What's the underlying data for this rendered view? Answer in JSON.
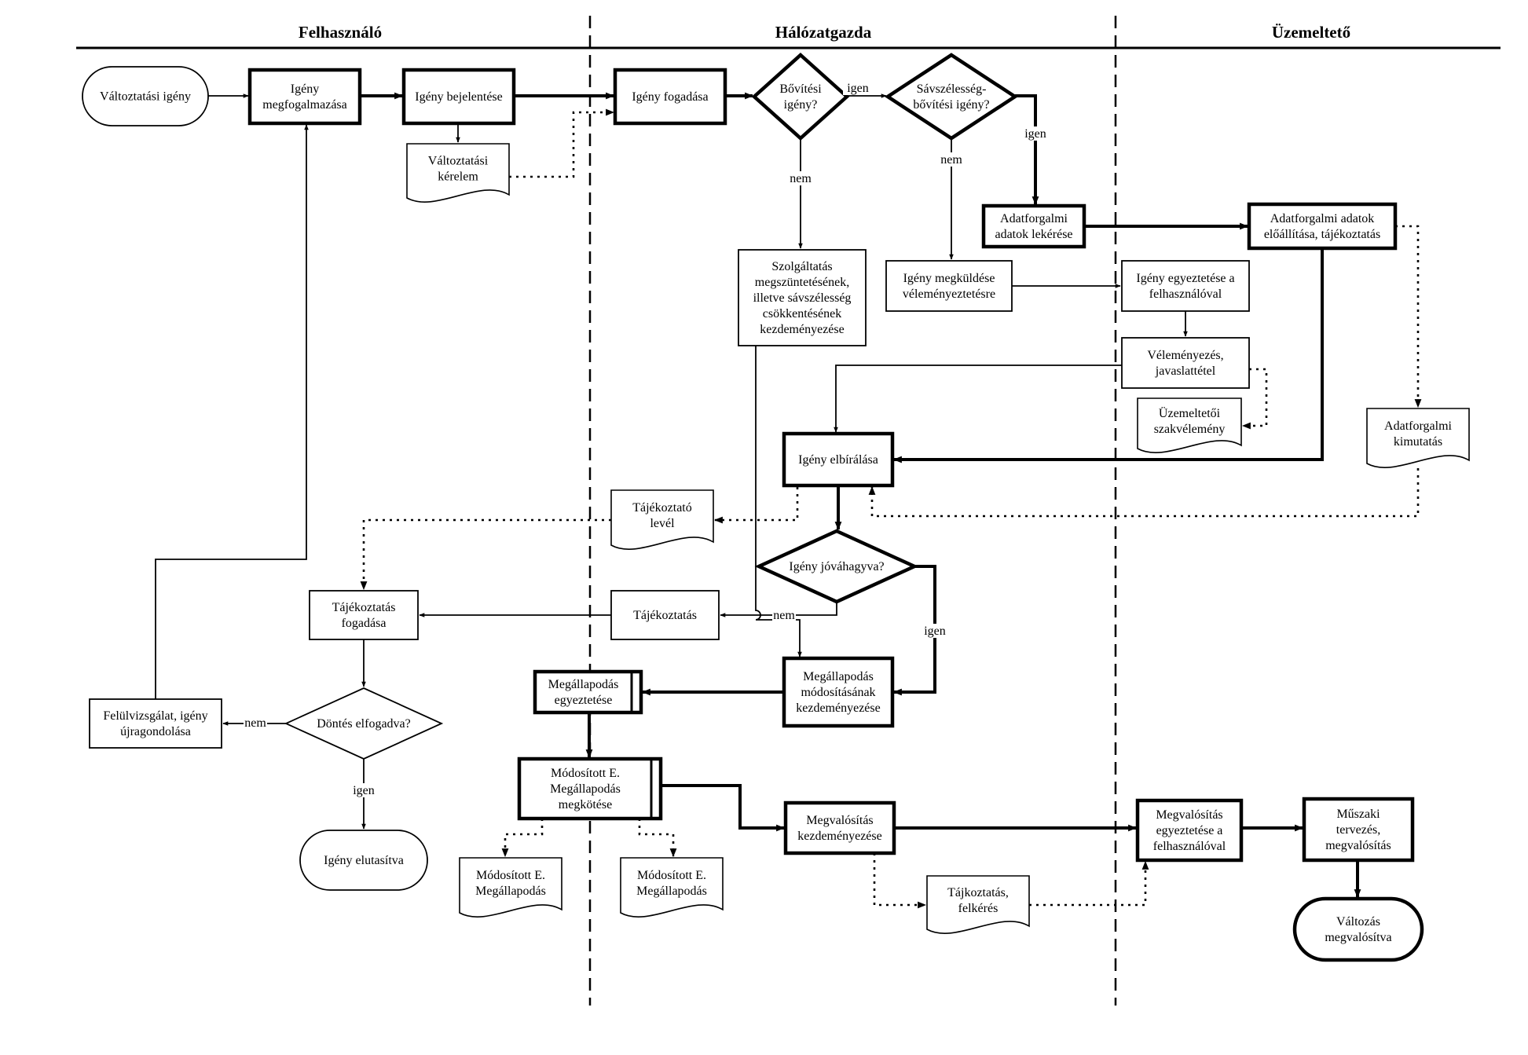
{
  "lanes": [
    {
      "id": "felhasznalo",
      "title": "Felhasználó"
    },
    {
      "id": "halozatgazda",
      "title": "Hálózatgazda"
    },
    {
      "id": "uzemelteto",
      "title": "Üzemeltető"
    }
  ],
  "nodes": [
    {
      "id": "valtoztatasi-igeny",
      "shape": "terminal",
      "lines": [
        "Változtatási igény"
      ]
    },
    {
      "id": "igeny-megfogalmazasa",
      "shape": "process",
      "bold": true,
      "lines": [
        "Igény",
        "megfogalmazása"
      ]
    },
    {
      "id": "igeny-bejelentese",
      "shape": "process",
      "bold": true,
      "lines": [
        "Igény bejelentése"
      ]
    },
    {
      "id": "valtoztatasi-kerelem",
      "shape": "document",
      "lines": [
        "Változtatási",
        "kérelem"
      ]
    },
    {
      "id": "igeny-fogadasa",
      "shape": "process",
      "bold": true,
      "lines": [
        "Igény fogadása"
      ]
    },
    {
      "id": "bovitesi-igeny",
      "shape": "decision",
      "bold": true,
      "lines": [
        "Bővítési",
        "igény?"
      ]
    },
    {
      "id": "savszelesseg-bovitesi-igeny",
      "shape": "decision",
      "bold": true,
      "lines": [
        "Sávszélesség-",
        "bővítési igény?"
      ]
    },
    {
      "id": "adatforgalmi-adatok-lekerese",
      "shape": "process",
      "bold": true,
      "lines": [
        "Adatforgalmi",
        "adatok lekérése"
      ]
    },
    {
      "id": "adatforgalmi-adatok-eloallitasa",
      "shape": "process",
      "bold": true,
      "lines": [
        "Adatforgalmi adatok",
        "előállítása, tájékoztatás"
      ]
    },
    {
      "id": "szolgaltatas-megszuntetese",
      "shape": "process",
      "lines": [
        "Szolgáltatás",
        "megszüntetésének,",
        "illetve sávszélesség",
        "csökkentésének",
        "kezdeményezése"
      ]
    },
    {
      "id": "igeny-megkuldese",
      "shape": "process",
      "lines": [
        "Igény megküldése",
        "véleményeztetésre"
      ]
    },
    {
      "id": "igeny-egyeztetese",
      "shape": "process",
      "lines": [
        "Igény egyeztetése a",
        "felhasználóval"
      ]
    },
    {
      "id": "velemenyezes",
      "shape": "process",
      "lines": [
        "Véleményezés,",
        "javaslattétel"
      ]
    },
    {
      "id": "uzemeltetoi-szakvelemeny",
      "shape": "document",
      "lines": [
        "Üzemeltetői",
        "szakvélemény"
      ]
    },
    {
      "id": "adatforgalmi-kimutatas",
      "shape": "document",
      "lines": [
        "Adatforgalmi",
        "kimutatás"
      ]
    },
    {
      "id": "igeny-elbiralasa",
      "shape": "process",
      "bold": true,
      "lines": [
        "Igény elbírálása"
      ]
    },
    {
      "id": "tajekoztato-level",
      "shape": "document",
      "lines": [
        "Tájékoztató",
        "levél"
      ]
    },
    {
      "id": "igeny-jovahagyva",
      "shape": "decision",
      "bold": true,
      "lines": [
        "Igény jóváhagyva?"
      ]
    },
    {
      "id": "tajekoztatas",
      "shape": "process",
      "lines": [
        "Tájékoztatás"
      ]
    },
    {
      "id": "tajekoztatas-fogadasa",
      "shape": "process",
      "lines": [
        "Tájékoztatás",
        "fogadása"
      ]
    },
    {
      "id": "megallapodas-modositasanak",
      "shape": "process",
      "bold": true,
      "lines": [
        "Megállapodás",
        "módosításának",
        "kezdeményezése"
      ]
    },
    {
      "id": "megallapodas-egyeztetese",
      "shape": "subprocess",
      "bold": true,
      "lines": [
        "Megállapodás",
        "egyeztetése"
      ]
    },
    {
      "id": "felulvizsgalat",
      "shape": "process",
      "lines": [
        "Felülvizsgálat, igény",
        "újragondolása"
      ]
    },
    {
      "id": "dontes-elfogadva",
      "shape": "decision",
      "lines": [
        "Döntés elfogadva?"
      ]
    },
    {
      "id": "igeny-elutasitva",
      "shape": "terminal",
      "lines": [
        "Igény elutasítva"
      ]
    },
    {
      "id": "modositott-megallapodas-megkotese",
      "shape": "subprocess",
      "bold": true,
      "lines": [
        "Módosított E.",
        "Megállapodás",
        "megkötése"
      ]
    },
    {
      "id": "modositott-megallapodas-doc-1",
      "shape": "document",
      "lines": [
        "Módosított E.",
        "Megállapodás"
      ]
    },
    {
      "id": "modositott-megallapodas-doc-2",
      "shape": "document",
      "lines": [
        "Módosított E.",
        "Megállapodás"
      ]
    },
    {
      "id": "megvalositas-kezdemenyezese",
      "shape": "process",
      "bold": true,
      "lines": [
        "Megvalósítás",
        "kezdeményezése"
      ]
    },
    {
      "id": "tajkoztatas-felkeres",
      "shape": "document",
      "lines": [
        "Tájkoztatás,",
        "felkérés"
      ]
    },
    {
      "id": "megvalositas-egyeztetese",
      "shape": "process",
      "bold": true,
      "lines": [
        "Megvalósítás",
        "egyeztetése a",
        "felhasználóval"
      ]
    },
    {
      "id": "muszaki-tervezes",
      "shape": "process",
      "bold": true,
      "lines": [
        "Műszaki",
        "tervezés,",
        "megvalósítás"
      ]
    },
    {
      "id": "valtozas-megvalositva",
      "shape": "terminal",
      "bold": true,
      "lines": [
        "Változás",
        "megvalósítva"
      ]
    }
  ],
  "edges": [
    {
      "id": "e1",
      "from": "valtoztatasi-igeny",
      "to": "igeny-megfogalmazasa",
      "style": "solid"
    },
    {
      "id": "e2",
      "from": "igeny-megfogalmazasa",
      "to": "igeny-bejelentese",
      "style": "bold"
    },
    {
      "id": "e3",
      "from": "igeny-bejelentese",
      "to": "igeny-fogadasa",
      "style": "bold"
    },
    {
      "id": "e4",
      "from": "igeny-bejelentese",
      "to": "valtoztatasi-kerelem",
      "style": "solid"
    },
    {
      "id": "e5",
      "from": "valtoztatasi-kerelem",
      "to": "igeny-fogadasa",
      "style": "dotted"
    },
    {
      "id": "e6",
      "from": "igeny-fogadasa",
      "to": "bovitesi-igeny",
      "style": "bold"
    },
    {
      "id": "e7",
      "from": "bovitesi-igeny",
      "to": "savszelesseg-bovitesi-igeny",
      "style": "solid",
      "label": "igen"
    },
    {
      "id": "e8",
      "from": "bovitesi-igeny",
      "to": "szolgaltatas-megszuntetese",
      "style": "solid",
      "label": "nem"
    },
    {
      "id": "e9",
      "from": "savszelesseg-bovitesi-igeny",
      "to": "adatforgalmi-adatok-lekerese",
      "style": "bold",
      "label": "igen"
    },
    {
      "id": "e10",
      "from": "savszelesseg-bovitesi-igeny",
      "to": "igeny-megkuldese",
      "style": "solid",
      "label": "nem"
    },
    {
      "id": "e11",
      "from": "adatforgalmi-adatok-lekerese",
      "to": "adatforgalmi-adatok-eloallitasa",
      "style": "bold"
    },
    {
      "id": "e12",
      "from": "adatforgalmi-adatok-eloallitasa",
      "to": "adatforgalmi-kimutatas",
      "style": "dotted"
    },
    {
      "id": "e13",
      "from": "adatforgalmi-adatok-eloallitasa",
      "to": "igeny-elbiralasa",
      "style": "bold"
    },
    {
      "id": "e14",
      "from": "igeny-megkuldese",
      "to": "igeny-egyeztetese",
      "style": "solid"
    },
    {
      "id": "e15",
      "from": "igeny-egyeztetese",
      "to": "velemenyezes",
      "style": "solid"
    },
    {
      "id": "e16",
      "from": "velemenyezes",
      "to": "uzemeltetoi-szakvelemeny",
      "style": "dotted"
    },
    {
      "id": "e17",
      "from": "velemenyezes",
      "to": "igeny-elbiralasa",
      "style": "solid"
    },
    {
      "id": "e18",
      "from": "adatforgalmi-kimutatas",
      "to": "igeny-elbiralasa",
      "style": "dotted"
    },
    {
      "id": "e19",
      "from": "igeny-elbiralasa",
      "to": "tajekoztato-level",
      "style": "dotted"
    },
    {
      "id": "e20",
      "from": "igeny-elbiralasa",
      "to": "igeny-jovahagyva",
      "style": "bold"
    },
    {
      "id": "e21",
      "from": "tajekoztato-level",
      "to": "tajekoztatas-fogadasa",
      "style": "dotted"
    },
    {
      "id": "e22",
      "from": "igeny-jovahagyva",
      "to": "tajekoztatas",
      "style": "solid",
      "label": "nem"
    },
    {
      "id": "e23",
      "from": "igeny-jovahagyva",
      "to": "megallapodas-modositasanak",
      "style": "bold",
      "label": "igen"
    },
    {
      "id": "e24",
      "from": "szolgaltatas-megszuntetese",
      "to": "megallapodas-modositasanak",
      "style": "solid"
    },
    {
      "id": "e25",
      "from": "tajekoztatas",
      "to": "tajekoztatas-fogadasa",
      "style": "solid"
    },
    {
      "id": "e26",
      "from": "tajekoztatas-fogadasa",
      "to": "dontes-elfogadva",
      "style": "solid"
    },
    {
      "id": "e27",
      "from": "dontes-elfogadva",
      "to": "felulvizsgalat",
      "style": "solid",
      "label": "nem"
    },
    {
      "id": "e28",
      "from": "dontes-elfogadva",
      "to": "igeny-elutasitva",
      "style": "solid",
      "label": "igen"
    },
    {
      "id": "e29",
      "from": "felulvizsgalat",
      "to": "igeny-megfogalmazasa",
      "style": "solid"
    },
    {
      "id": "e30",
      "from": "megallapodas-modositasanak",
      "to": "megallapodas-egyeztetese",
      "style": "bold"
    },
    {
      "id": "e31",
      "from": "megallapodas-egyeztetese",
      "to": "modositott-megallapodas-megkotese",
      "style": "bold"
    },
    {
      "id": "e32",
      "from": "modositott-megallapodas-megkotese",
      "to": "modositott-megallapodas-doc-1",
      "style": "dotted"
    },
    {
      "id": "e33",
      "from": "modositott-megallapodas-megkotese",
      "to": "modositott-megallapodas-doc-2",
      "style": "dotted"
    },
    {
      "id": "e34",
      "from": "modositott-megallapodas-megkotese",
      "to": "megvalositas-kezdemenyezese",
      "style": "bold"
    },
    {
      "id": "e35",
      "from": "megvalositas-kezdemenyezese",
      "to": "megvalositas-egyeztetese",
      "style": "bold"
    },
    {
      "id": "e36",
      "from": "megvalositas-kezdemenyezese",
      "to": "tajkoztatas-felkeres",
      "style": "dotted"
    },
    {
      "id": "e37",
      "from": "tajkoztatas-felkeres",
      "to": "megvalositas-egyeztetese",
      "style": "dotted"
    },
    {
      "id": "e38",
      "from": "megvalositas-egyeztetese",
      "to": "muszaki-tervezes",
      "style": "bold"
    },
    {
      "id": "e39",
      "from": "muszaki-tervezes",
      "to": "valtozas-megvalositva",
      "style": "bold"
    }
  ]
}
